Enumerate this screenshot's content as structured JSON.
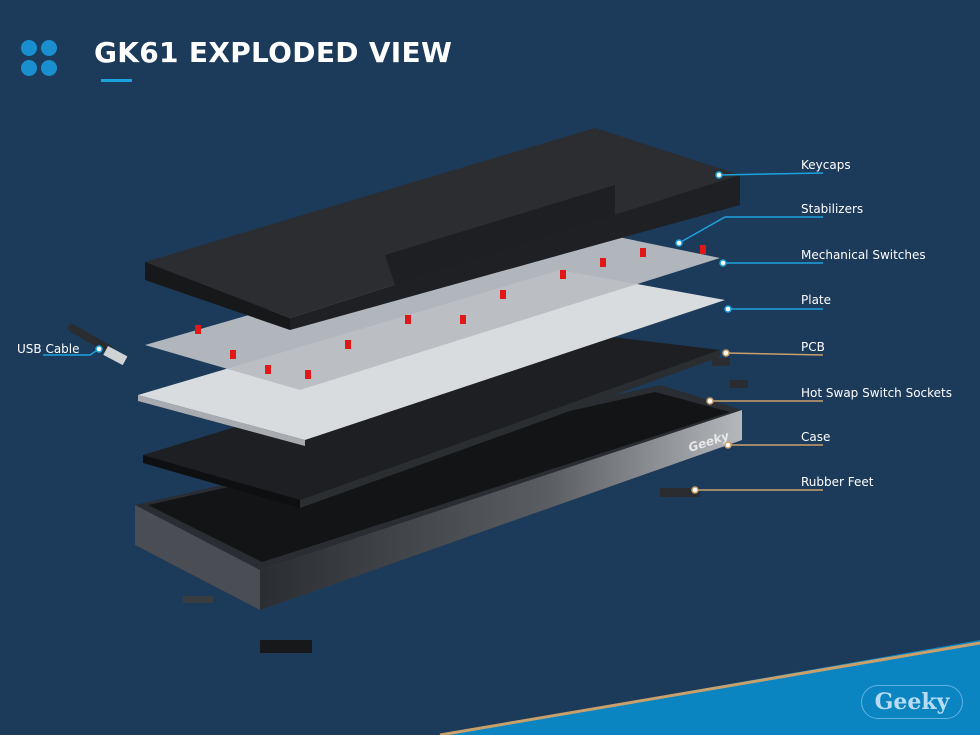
{
  "header": {
    "title": "GK61 EXPLODED VIEW",
    "logo_icon": "four-dots-grid-icon"
  },
  "callouts": [
    {
      "id": "keycaps",
      "label": "Keycaps",
      "line_color": "#1ba3e0"
    },
    {
      "id": "stabilizers",
      "label": "Stabilizers",
      "line_color": "#1ba3e0"
    },
    {
      "id": "mechanical-switches",
      "label": "Mechanical Switches",
      "line_color": "#1ba3e0"
    },
    {
      "id": "plate",
      "label": "Plate",
      "line_color": "#1ba3e0"
    },
    {
      "id": "pcb",
      "label": "PCB",
      "line_color": "#c9a06a"
    },
    {
      "id": "hot-swap-switch-sockets",
      "label": "Hot Swap Switch Sockets",
      "line_color": "#c9a06a"
    },
    {
      "id": "case",
      "label": "Case",
      "line_color": "#c9a06a"
    },
    {
      "id": "rubber-feet",
      "label": "Rubber Feet",
      "line_color": "#c9a06a"
    },
    {
      "id": "usb-cable",
      "label": "USB Cable",
      "line_color": "#1ba3e0"
    }
  ],
  "case_brand": "Geeky",
  "footer": {
    "brand_badge": "Geeky"
  },
  "colors": {
    "background": "#1c3a5a",
    "accent_blue": "#1ba3e0",
    "accent_gold": "#c9a06a",
    "footer_band": "#0a85c2",
    "switch_stem": "#e01818"
  }
}
